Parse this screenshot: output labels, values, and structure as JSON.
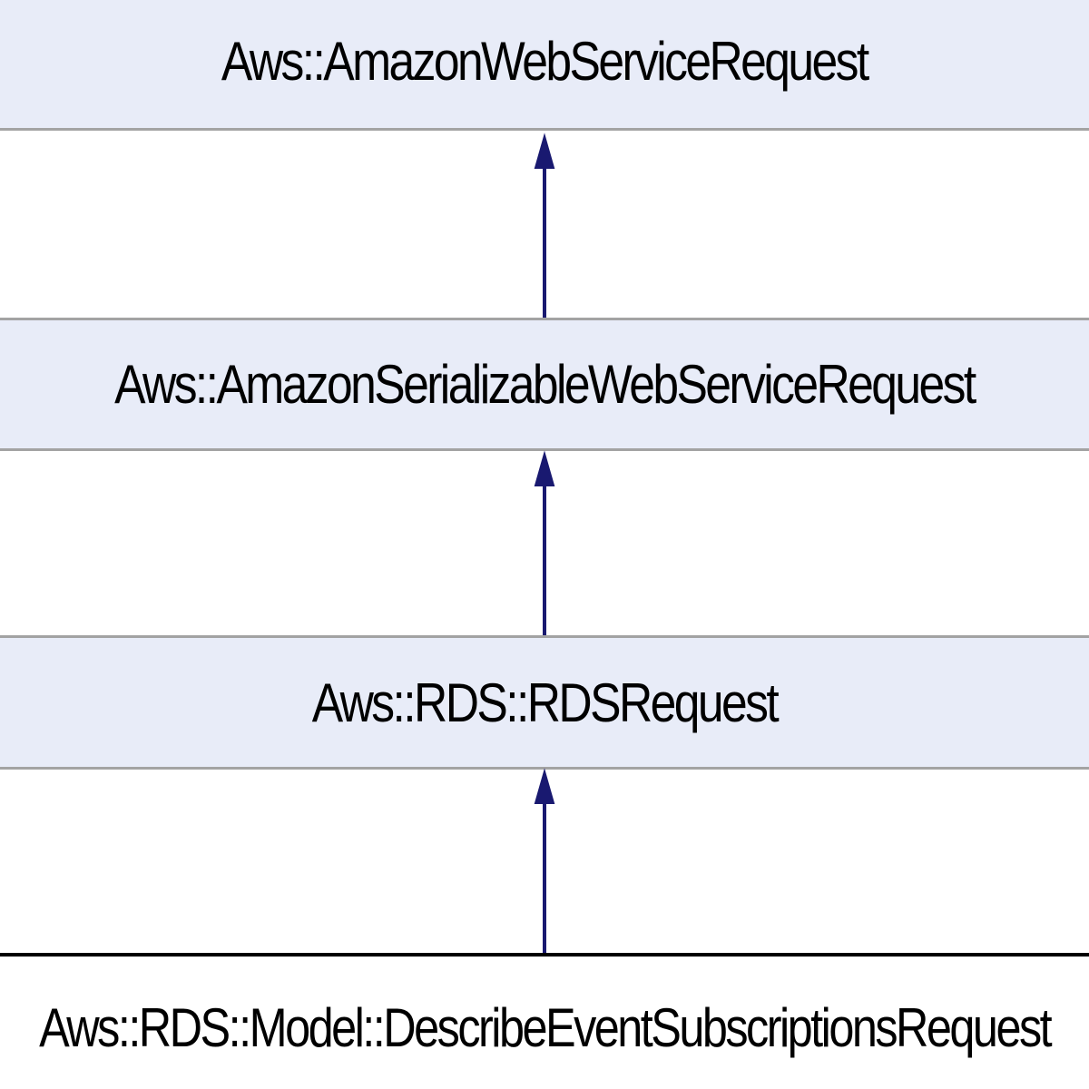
{
  "nodes": [
    {
      "id": "n0",
      "label": "Aws::AmazonWebServiceRequest",
      "kind": "base"
    },
    {
      "id": "n1",
      "label": "Aws::AmazonSerializableWebServiceRequest",
      "kind": "base"
    },
    {
      "id": "n2",
      "label": "Aws::RDS::RDSRequest",
      "kind": "base"
    },
    {
      "id": "n3",
      "label": "Aws::RDS::Model::DescribeEventSubscriptionsRequest",
      "kind": "current"
    }
  ],
  "edges": [
    {
      "from": "n1",
      "to": "n0"
    },
    {
      "from": "n2",
      "to": "n1"
    },
    {
      "from": "n3",
      "to": "n2"
    }
  ],
  "colors": {
    "node_fill": "#e8ecf8",
    "node_border": "#a3a3a3",
    "current_border": "#000000",
    "edge": "#191970"
  }
}
